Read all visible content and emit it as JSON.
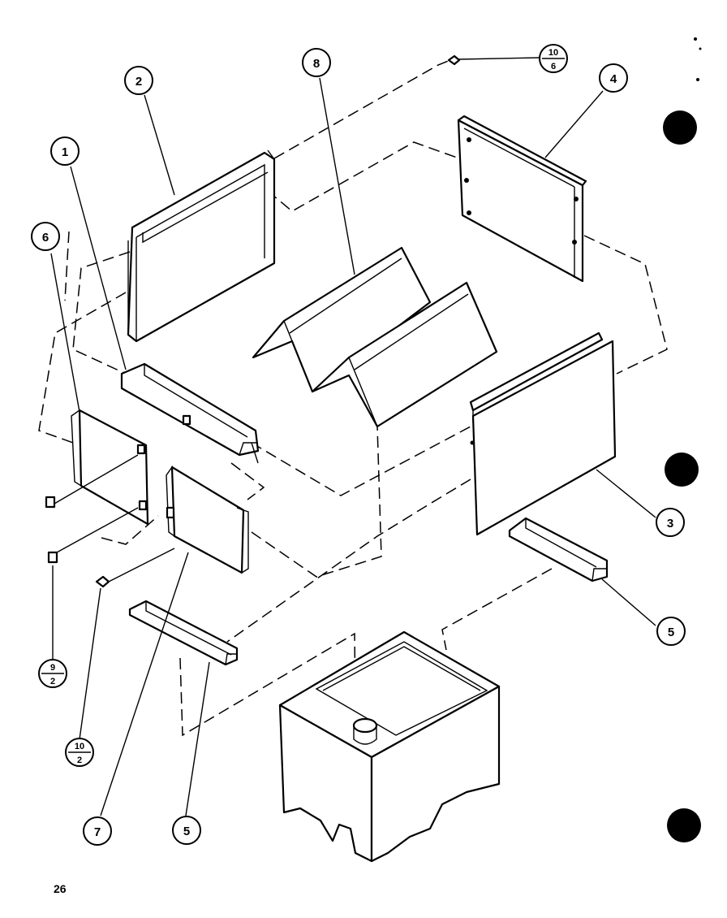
{
  "page_number": "26",
  "callouts": {
    "c1": "1",
    "c2": "2",
    "c3": "3",
    "c4": "4",
    "c5a": "5",
    "c5b": "5",
    "c6": "6",
    "c7": "7",
    "c8": "8"
  },
  "fractions": {
    "top": {
      "num": "10",
      "den": "6"
    },
    "mid": {
      "num": "9",
      "den": "2"
    },
    "bottom": {
      "num": "10",
      "den": "2"
    }
  }
}
